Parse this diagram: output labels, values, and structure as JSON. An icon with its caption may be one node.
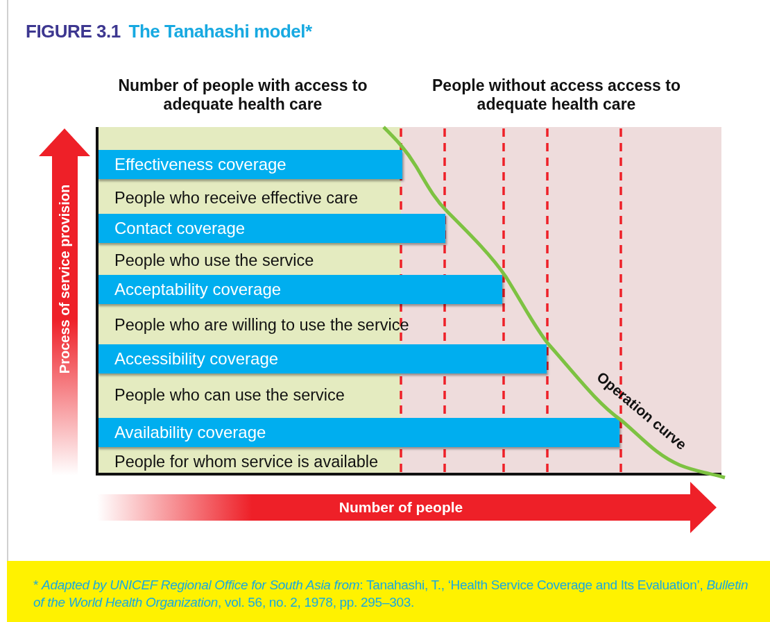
{
  "diagram": {
    "title": "The Tanahashi model*",
    "caption": "* *Adapted by UNICEF Regional Office for South Asia from*: Tanahashi, T., ‘Health Service Coverage and Its Evaluation’, *Bulletin of the World Health Organization*, vol. 56, no. 2, 1978, pp. 295–303.",
    "nodes": [
      {
        "text": [
          "Effectiveness coverage"
        ]
      },
      {
        "text": [
          "Contact coverage"
        ]
      },
      {
        "text": [
          "Acceptability coverage"
        ]
      },
      {
        "text": [
          "Accessibility coverage"
        ]
      },
      {
        "text": [
          "Availability coverage"
        ]
      }
    ],
    "labels": [
      "FIGURE 3.1",
      "Number of people with access to adequate health care",
      "People without access access to adequate health care",
      "People who receive effective care",
      "People who use the service",
      "People who are willing to use the service",
      "People who can use the service",
      "People for whom service is available",
      "Process of service provision",
      "Number of people",
      "Operation curve"
    ]
  }
}
